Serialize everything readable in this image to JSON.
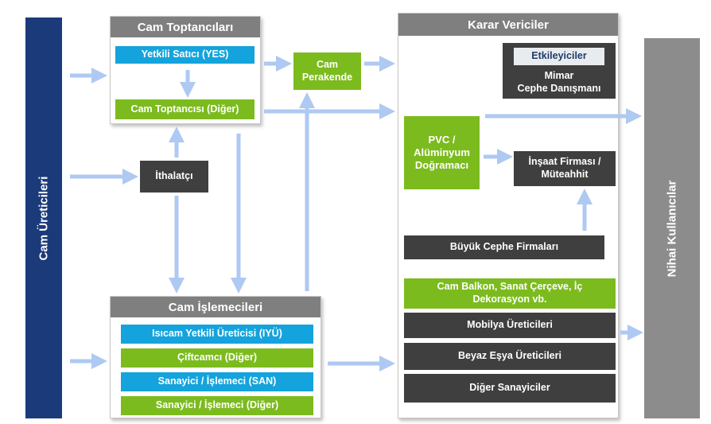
{
  "colors": {
    "navy": "#1b3a7a",
    "gray_header": "#7f7f7f",
    "blue": "#14a3dc",
    "green": "#7cbb1e",
    "dark": "#3f3f3f",
    "arrow": "#aec9f2"
  },
  "producers": {
    "label": "Cam Üreticileri"
  },
  "end_users": {
    "label": "Nihai Kullanıcılar"
  },
  "wholesalers": {
    "title": "Cam Toptancıları",
    "dealer": "Yetkili Satıcı (YES)",
    "wholesaler": "Cam Toptancısı (Diğer)"
  },
  "retail": {
    "label": "Cam\nPerakende"
  },
  "importer": {
    "label": "İthalatçı"
  },
  "processors": {
    "title": "Cam İşlemecileri",
    "items": [
      "Isıcam Yetkili Üreticisi (IYÜ)",
      "Çiftcamcı (Diğer)",
      "Sanayici / İşlemeci (SAN)",
      "Sanayici / İşlemeci  (Diğer)"
    ]
  },
  "decision_makers": {
    "title": "Karar Vericiler",
    "influencers": "Etkileyiciler",
    "architect": "Mimar\nCephe Danışmanı",
    "pvc": "PVC  /\nAlüminyum\nDoğramacı",
    "construction": "İnşaat Firması /\nMüteahhit",
    "facade": "Büyük Cephe Firmaları",
    "balcony": "Cam Balkon, Sanat Çerçeve, İç\nDekorasyon vb.",
    "furniture": "Mobilya Üreticileri",
    "appliance": "Beyaz Eşya Üreticileri",
    "other": "Diğer Sanayiciler"
  }
}
